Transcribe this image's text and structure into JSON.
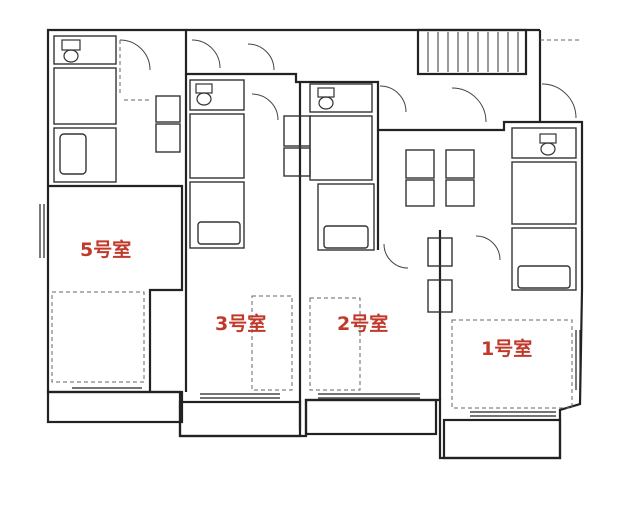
{
  "rooms": [
    {
      "id": "room-5",
      "label": "5号室"
    },
    {
      "id": "room-3",
      "label": "3号室"
    },
    {
      "id": "room-2",
      "label": "2号室"
    },
    {
      "id": "room-1",
      "label": "1号室"
    }
  ],
  "colors": {
    "wall": "#222222",
    "thin_line": "#555555",
    "dashed": "#666666",
    "label": "#c0392b",
    "background": "#ffffff"
  }
}
